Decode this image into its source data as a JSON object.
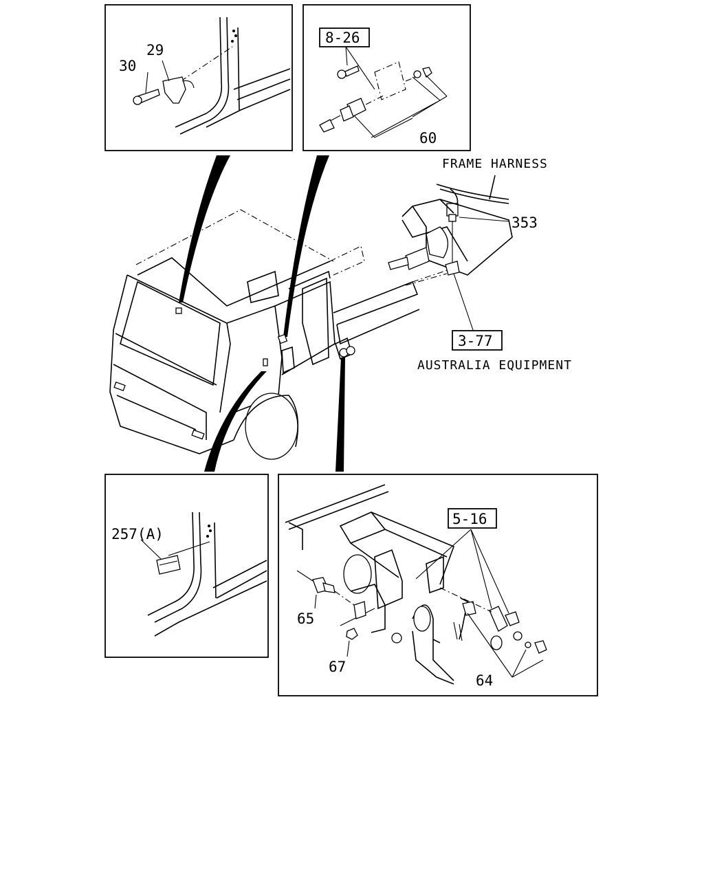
{
  "callouts": {
    "p29": "29",
    "p30": "30",
    "ref_8_26": "8-26",
    "p60": "60",
    "frame_harness": "FRAME HARNESS",
    "p353": "353",
    "ref_3_77": "3-77",
    "australia_equipment": "AUSTRALIA EQUIPMENT",
    "p257a": "257(A)",
    "ref_5_16": "5-16",
    "p65": "65",
    "p67": "67",
    "p64": "64"
  }
}
